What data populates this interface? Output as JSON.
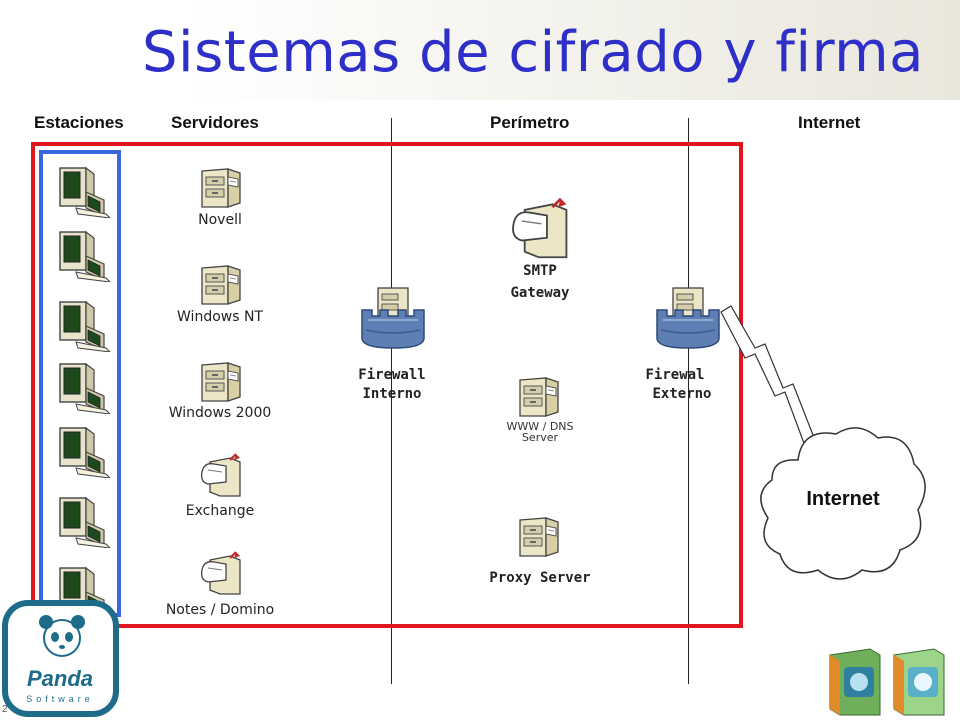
{
  "title": "Sistemas de cifrado y firma",
  "headers": {
    "estaciones": "Estaciones",
    "servidores": "Servidores",
    "perimetro": "Perímetro",
    "internet": "Internet"
  },
  "servers": {
    "novell": "Novell",
    "windows_nt": "Windows NT",
    "windows_2000": "Windows 2000",
    "exchange": "Exchange",
    "notes": "Notes / Domino"
  },
  "perimeter": {
    "smtp_line1": "SMTP",
    "smtp_line2": "Gateway",
    "fw_int_line1": "Firewall",
    "fw_int_line2": "Interno",
    "fw_ext_line1": "Firewal",
    "fw_ext_line2": "Externo",
    "www_line1": "WWW / DNS",
    "www_line2": "Server",
    "proxy": "Proxy Server"
  },
  "cloud_label": "Internet",
  "logo": {
    "brand": "Panda",
    "sub": "Software"
  },
  "slide_number": "2",
  "colors": {
    "title": "#2d2fc8",
    "red_zone": "#e0161c",
    "blue_zone": "#3a66e0",
    "logo": "#1e6b8a"
  },
  "icons": {
    "station": "workstation-icon",
    "server": "file-server-icon",
    "mail": "mail-server-icon",
    "firewall": "firewall-tower-icon"
  }
}
